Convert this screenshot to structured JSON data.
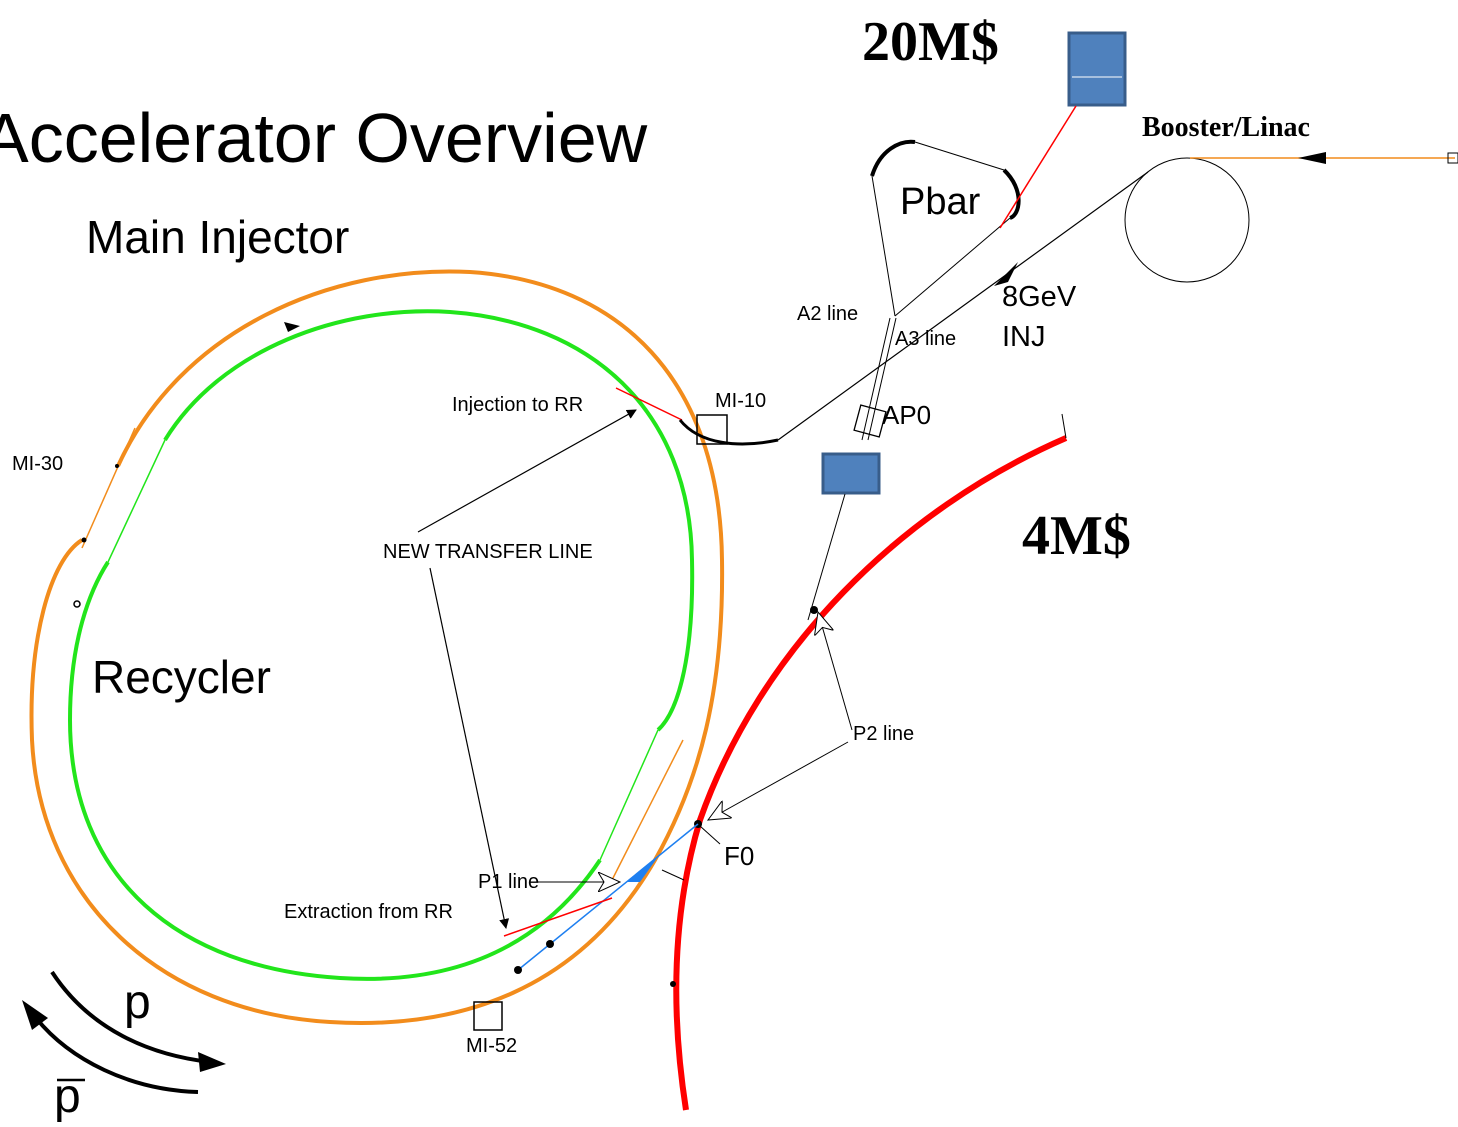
{
  "title": "Accelerator Overview",
  "labels": {
    "main_injector": "Main Injector",
    "recycler": "Recycler",
    "pbar": "Pbar",
    "booster_linac": "Booster/Linac",
    "cost_20": "20M$",
    "cost_4": "4M$",
    "a2_line": "A2 line",
    "a3_line": "A3 line",
    "gev_inj_1": "8GeV",
    "gev_inj_2": "INJ",
    "mi10": "MI-10",
    "mi30": "MI-30",
    "mi52": "MI-52",
    "ap0": "AP0",
    "injection_rr": "Injection to RR",
    "new_transfer_line": "NEW TRANSFER LINE",
    "extraction_rr": "Extraction from RR",
    "p1_line": "P1 line",
    "p2_line": "P2 line",
    "f0": "F0",
    "p": "p",
    "pbar_sym": "p"
  },
  "colors": {
    "main_injector": "#f28c1c",
    "recycler": "#22e51b",
    "tevatron": "#ff0000",
    "transfer": "#ff0000",
    "p1_arrow": "#1e7ff0",
    "box_fill": "#4f81bd",
    "box_stroke": "#385d8a",
    "line": "#000000"
  }
}
